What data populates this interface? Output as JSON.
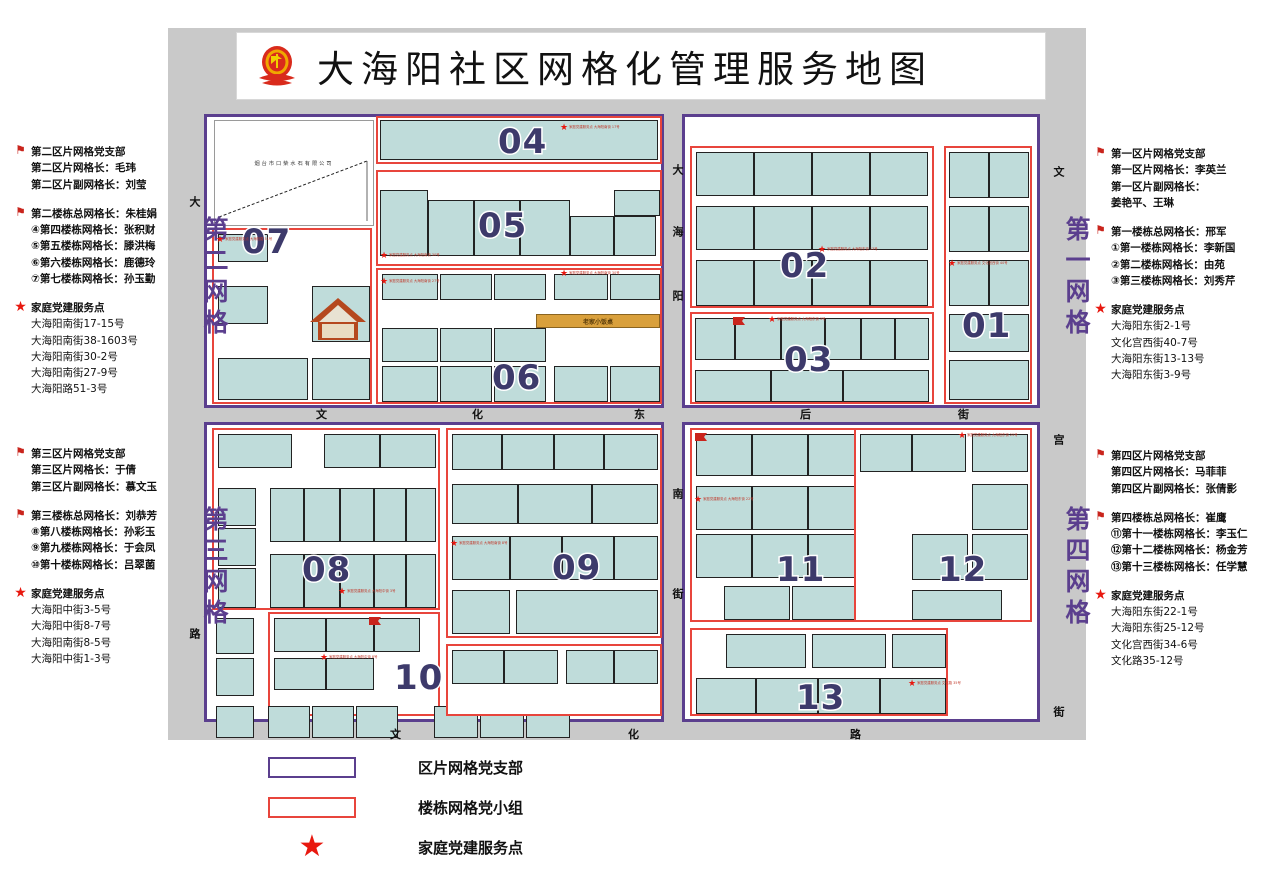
{
  "title": "大海阳社区网格化管理服务地图",
  "emblem": "party-emblem",
  "company": "烟台市口柴水石有限公司",
  "shop": "老家小饭桌",
  "streets": {
    "top_1": "南",
    "top_2": "大",
    "top_3": "街",
    "mid_left_1": "文",
    "mid_left_2": "化",
    "mid_left_3": "东",
    "mid_right_1": "后",
    "mid_right_2": "街",
    "bottom_1": "文",
    "bottom_2": "化",
    "bottom_3": "路",
    "left_top": "大",
    "left_bottom": "路",
    "center_top_1": "大",
    "center_top_2": "海",
    "center_top_3": "阳",
    "center_bottom_1": "南",
    "center_bottom_2": "街",
    "right_top": "文",
    "right_mid": "宫",
    "right_bottom": "街"
  },
  "grid_names": {
    "g1": "第一网格",
    "g2": "第二网格",
    "g3": "第三网格",
    "g4": "第四网格"
  },
  "grid_numbers": [
    "01",
    "02",
    "03",
    "04",
    "05",
    "06",
    "07",
    "08",
    "09",
    "10",
    "11",
    "12",
    "13"
  ],
  "panels": {
    "left_top": {
      "branch": {
        "icon": "party-flag-icon",
        "title": "第二区片网格党支部",
        "lines": [
          "第二区片网格长：毛玮",
          "第二区片副网格长：刘莹"
        ]
      },
      "buildings": {
        "icon": "party-flag-icon",
        "title": "第二楼栋总网格长：朱桂娟",
        "lines": [
          "④第四楼栋网格长：张积财",
          "⑤第五楼栋网格长：滕洪梅",
          "⑥第六楼栋网格长：鹿德玲",
          "⑦第七楼栋网格长：孙玉勤"
        ]
      },
      "service": {
        "icon": "star-icon",
        "title": "家庭党建服务点",
        "lines": [
          "大海阳南街17-15号",
          "大海阳南街38-1603号",
          "大海阳南街30-2号",
          "大海阳南街27-9号",
          "大海阳路51-3号"
        ]
      }
    },
    "left_bottom": {
      "branch": {
        "icon": "party-flag-icon",
        "title": "第三区片网格党支部",
        "lines": [
          "第三区片网格长：于倩",
          "第三区片副网格长：慕文玉"
        ]
      },
      "buildings": {
        "icon": "party-flag-icon",
        "title": "第三楼栋总网格长：刘恭芳",
        "lines": [
          "⑧第八楼栋网格长：孙彩玉",
          "⑨第九楼栋网格长：于会凤",
          "⑩第十楼栋网格长：吕翠菌"
        ]
      },
      "service": {
        "icon": "star-icon",
        "title": "家庭党建服务点",
        "lines": [
          "大海阳中街3-5号",
          "大海阳中街8-7号",
          "大海阳南街8-5号",
          "大海阳中街1-3号"
        ]
      }
    },
    "right_top": {
      "branch": {
        "icon": "party-flag-icon",
        "title": "第一区片网格党支部",
        "lines": [
          "第一区片网格长：李英兰",
          "第一区片副网格长：",
          "姜艳平、王琳"
        ]
      },
      "buildings": {
        "icon": "party-flag-icon",
        "title": "第一楼栋总网格长：邢军",
        "lines": [
          "①第一楼栋网格长：李新国",
          "②第二楼栋网格长：由苑",
          "③第三楼栋网格长：刘秀芹"
        ]
      },
      "service": {
        "icon": "star-icon",
        "title": "家庭党建服务点",
        "lines": [
          "大海阳东街2-1号",
          "文化宫西街40-7号",
          "大海阳东街13-13号",
          "大海阳东街3-9号"
        ]
      }
    },
    "right_bottom": {
      "branch": {
        "icon": "party-flag-icon",
        "title": "第四区片网格党支部",
        "lines": [
          "第四区片网格长：马菲菲",
          "第四区片副网格长：张倩影"
        ]
      },
      "buildings": {
        "icon": "party-flag-icon",
        "title": "第四楼栋总网格长：崔鹰",
        "lines": [
          "⑪第十一楼栋网格长：李玉仁",
          "⑫第十二楼栋网格长：杨金芳",
          "⑬第十三楼栋网格长：任学慧"
        ]
      },
      "service": {
        "icon": "star-icon",
        "title": "家庭党建服务点",
        "lines": [
          "大海阳东街22-1号",
          "大海阳东街25-12号",
          "文化宫西街34-6号",
          "文化路35-12号"
        ]
      }
    }
  },
  "legend": [
    {
      "swatch": "purple-rect",
      "label": "区片网格党支部"
    },
    {
      "swatch": "red-rect",
      "label": "楼栋网格党小组"
    },
    {
      "swatch": "red-star",
      "label": "家庭党建服务点"
    }
  ],
  "colors": {
    "district_outline": "#5b3f8e",
    "group_outline": "#e8453c",
    "building_fill": "#bfdcda",
    "star": "#e8180f",
    "grid_number": "#3d3a6b",
    "road": "#c9c9c9",
    "shop_band": "#d9a03c"
  },
  "service_points": {
    "p04": "家庭党建服务点 大海阳南街 17号",
    "p05a": "家庭党建服务点 大海阳南街 30号",
    "p06": "家庭党建服务点 大海阳南街 27号",
    "p07": "家庭党建服务点 大海阳路 51号",
    "p01": "家庭党建服务点 文化宫西街 40号",
    "p02": "家庭党建服务点 大海阳东街 13号",
    "p03": "家庭党建服务点 大海阳东街 3号",
    "p08": "家庭党建服务点 大海阳中街 3号",
    "p08b": "家庭党建服务点 大海阳中街 8号",
    "p09": "家庭党建服务点 大海阳南街 8号",
    "p11": "家庭党建服务点 大海阳东街 22号",
    "p12": "家庭党建服务点 大海阳东街 25号",
    "p13": "家庭党建服务点 文化路 35号"
  }
}
